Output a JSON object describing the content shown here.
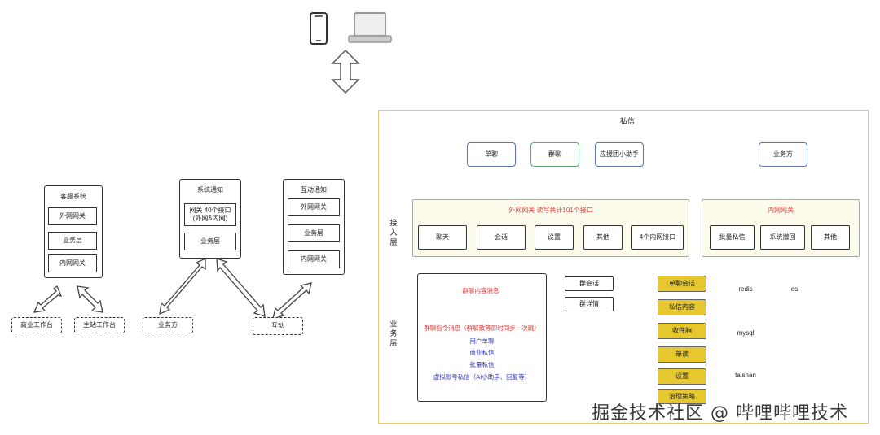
{
  "left": {
    "kefu": {
      "title": "客服系统",
      "items": [
        "外网网关",
        "业务层",
        "内网网关"
      ]
    },
    "notify": {
      "title": "系统通知",
      "gateway_line1": "网关 40个接口",
      "gateway_line2": "(外网&内网)",
      "biz": "业务层"
    },
    "interact": {
      "title": "互动通知",
      "items": [
        "外网网关",
        "业务层",
        "内网网关"
      ]
    },
    "dashed": {
      "biz_console": "商业工作台",
      "main_console": "主站工作台",
      "biz_party": "业务方",
      "interact": "互动"
    }
  },
  "panel": {
    "title": "私信",
    "layer_access": "接入层",
    "layer_biz": "业务层",
    "clients": {
      "single": "单聊",
      "group": "群聊",
      "helper": "应援团小助手",
      "biz_party": "业务方"
    },
    "outer_gw": {
      "title": "外网网关 读写共计101个接口",
      "cells": [
        "聊天",
        "会话",
        "设置",
        "其他",
        "4个内网接口"
      ]
    },
    "inner_gw": {
      "title": "内网网关",
      "cells": [
        "批量私信",
        "系统撤回",
        "其他"
      ]
    },
    "biz_box": {
      "group_msg": "群聊内容消息",
      "group_cmd": "群聊指令消息（群解散等即时同步一次跳）",
      "lines": [
        "用户单聊",
        "商业私信",
        "批量私信",
        "虚拟账号私信（AI小助手、回复等）"
      ]
    },
    "mid": {
      "group_session": "群会话",
      "group_detail": "群详情"
    },
    "gold": [
      "单聊会话",
      "私信内容",
      "收件箱",
      "单读",
      "设置",
      "治理策略"
    ],
    "stores": [
      "redis",
      "es",
      "mysql",
      "taishan"
    ]
  },
  "watermark": "掘金技术社区 @ 哔哩哔哩技术",
  "colors": {
    "accent_red": "#e03a3a",
    "accent_blue": "#3a3ab8",
    "gold": "#e6c72e",
    "panel_border": "#e4c873"
  }
}
